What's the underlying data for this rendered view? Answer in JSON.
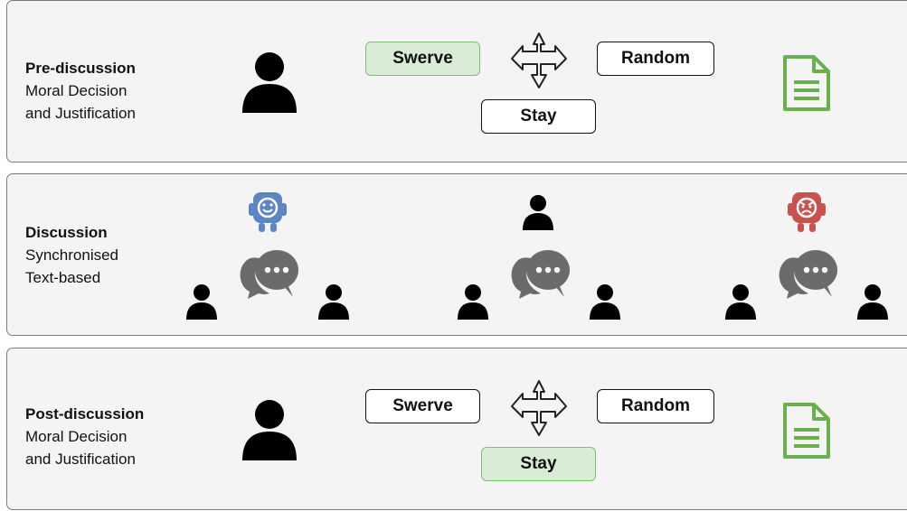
{
  "stages": {
    "pre": {
      "title": "Pre-discussion",
      "line1": "Moral Decision",
      "line2": "and Justification",
      "options": {
        "swerve": "Swerve",
        "random": "Random",
        "stay": "Stay"
      },
      "selected": "swerve"
    },
    "discussion": {
      "title": "Discussion",
      "line1": "Synchronised",
      "line2": "Text-based",
      "groups": [
        {
          "moderator": "happy-robot",
          "moderator_color": "#5b85c5"
        },
        {
          "moderator": "person"
        },
        {
          "moderator": "angry-robot",
          "moderator_color": "#c9524c"
        }
      ]
    },
    "post": {
      "title": "Post-discussion",
      "line1": "Moral Decision",
      "line2": "and Justification",
      "options": {
        "swerve": "Swerve",
        "random": "Random",
        "stay": "Stay"
      },
      "selected": "stay"
    }
  },
  "colors": {
    "panel_bg": "#f4f4f4",
    "selected_bg": "#d8ecd6",
    "selected_border": "#7fbf74",
    "document_icon": "#6ab04c",
    "chat_icon": "#6b6b6b"
  }
}
